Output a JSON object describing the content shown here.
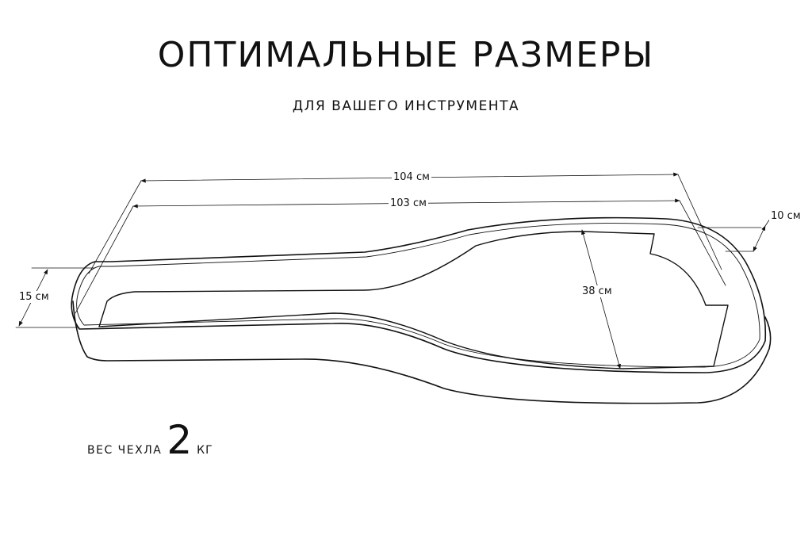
{
  "header": {
    "title": "ОПТИМАЛЬНЫЕ РАЗМЕРЫ",
    "subtitle": "ДЛЯ ВАШЕГО ИНСТРУМЕНТА"
  },
  "dimensions": {
    "outer_length": "104 см",
    "inner_length": "103 см",
    "neck_height": "10 см",
    "body_height": "15 см",
    "body_width": "38 см"
  },
  "weight": {
    "label": "ВЕС ЧЕХЛА",
    "value": "2",
    "unit": "КГ"
  },
  "colors": {
    "line": "#111111",
    "background": "#ffffff"
  }
}
